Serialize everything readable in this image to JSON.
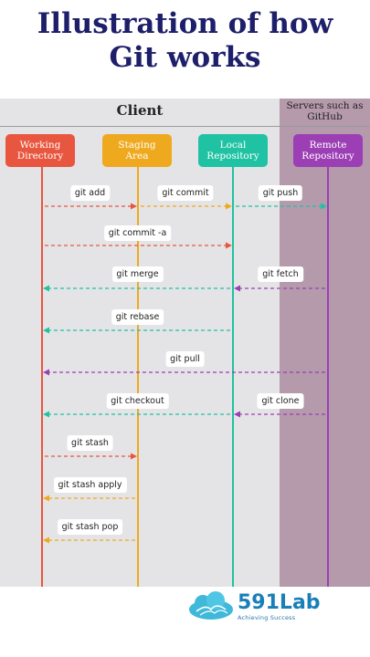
{
  "title_line1": "Illustration of how",
  "title_line2": "Git works",
  "client_label": "Client",
  "server_label_line1": "Servers such as",
  "server_label_line2": "GitHub",
  "lanes": [
    {
      "id": "working",
      "line1": "Working",
      "line2": "Directory",
      "color": "#e8563f"
    },
    {
      "id": "staging",
      "line1": "Staging",
      "line2": "Area",
      "color": "#efa91f"
    },
    {
      "id": "local",
      "line1": "Local",
      "line2": "Repository",
      "color": "#1fc2a3"
    },
    {
      "id": "remote",
      "line1": "Remote",
      "line2": "Repository",
      "color": "#9c3fb5"
    }
  ],
  "commands": [
    {
      "label": "git add",
      "from": "working",
      "to": "staging"
    },
    {
      "label": "git commit",
      "from": "staging",
      "to": "local"
    },
    {
      "label": "git push",
      "from": "local",
      "to": "remote"
    },
    {
      "label": "git commit -a",
      "from": "working",
      "to": "local"
    },
    {
      "label": "git merge",
      "from": "local",
      "to": "working"
    },
    {
      "label": "git fetch",
      "from": "remote",
      "to": "local"
    },
    {
      "label": "git rebase",
      "from": "local",
      "to": "working"
    },
    {
      "label": "git pull",
      "from": "remote",
      "to": "working"
    },
    {
      "label": "git checkout",
      "from": "local",
      "to": "working"
    },
    {
      "label": "git clone",
      "from": "remote",
      "to": "local"
    },
    {
      "label": "git stash",
      "from": "working",
      "to": "staging"
    },
    {
      "label": "git stash apply",
      "from": "staging",
      "to": "working"
    },
    {
      "label": "git stash pop",
      "from": "staging",
      "to": "working"
    }
  ],
  "logo": {
    "name": "591Lab",
    "tagline": "Achieving Success"
  }
}
